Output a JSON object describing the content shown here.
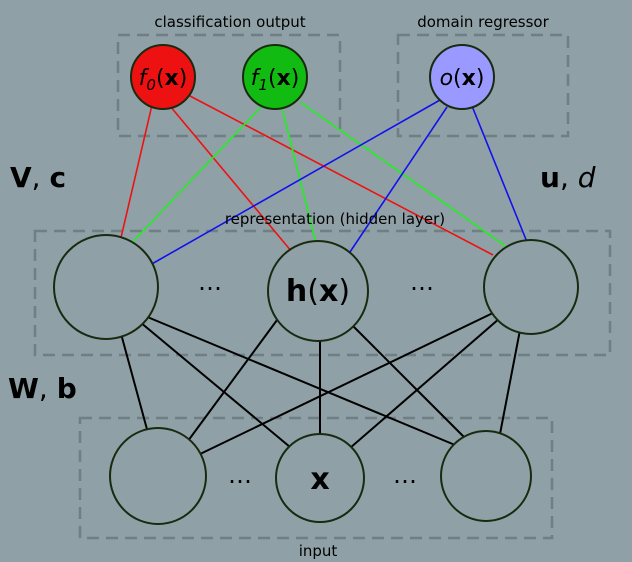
{
  "title_classification": "classification output",
  "title_domain": "domain regressor",
  "title_representation": "representation (hidden layer)",
  "title_input": "input",
  "param_vc": {
    "bold": "V",
    "sep": ", ",
    "bold2": "c"
  },
  "param_ud": {
    "bold": "u",
    "sep": ", ",
    "ital": "d"
  },
  "param_wb": {
    "bold": "W",
    "sep": ", ",
    "bold2": "b"
  },
  "hidden_node_label": {
    "bold": "h",
    "open": "(",
    "bold2": "x",
    "close": ")"
  },
  "input_node_label": "x",
  "ellipsis": "…",
  "f0": {
    "ital": "f",
    "sub": "0",
    "open": "(",
    "bold": "x",
    "close": ")"
  },
  "f1": {
    "ital": "f",
    "sub": "1",
    "open": "(",
    "bold": "x",
    "close": ")"
  },
  "o": {
    "ital": "o",
    "open": "(",
    "bold": "x",
    "close": ")"
  },
  "colors": {
    "background": "#8fa1a6",
    "f0_node": "#ee1111",
    "f1_node": "#11bb11",
    "o_node": "#9999ff",
    "red_edge": "#ee1111",
    "green_edge": "#22ee22",
    "blue_edge": "#1111ee",
    "black_edge": "#000000"
  }
}
